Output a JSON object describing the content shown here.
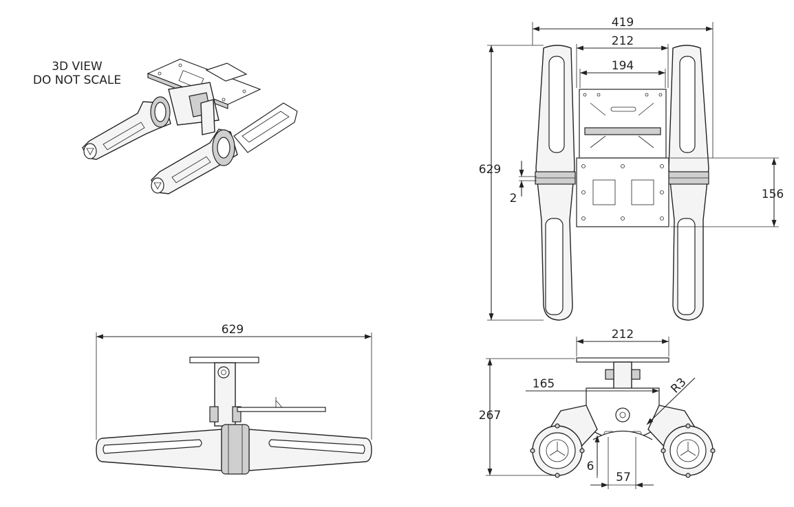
{
  "notes": {
    "line1": "3D VIEW",
    "line2": "DO NOT SCALE"
  },
  "front_view": {
    "overall_width": "419",
    "inner_width": "212",
    "plate_width": "194",
    "height": "629",
    "gap": "2",
    "plate_height": "156"
  },
  "side_view": {
    "length": "629"
  },
  "end_view": {
    "top_width": "212",
    "half_span": "165",
    "radius": "R3",
    "height": "267",
    "offset": "6",
    "hole_spacing": "57"
  }
}
